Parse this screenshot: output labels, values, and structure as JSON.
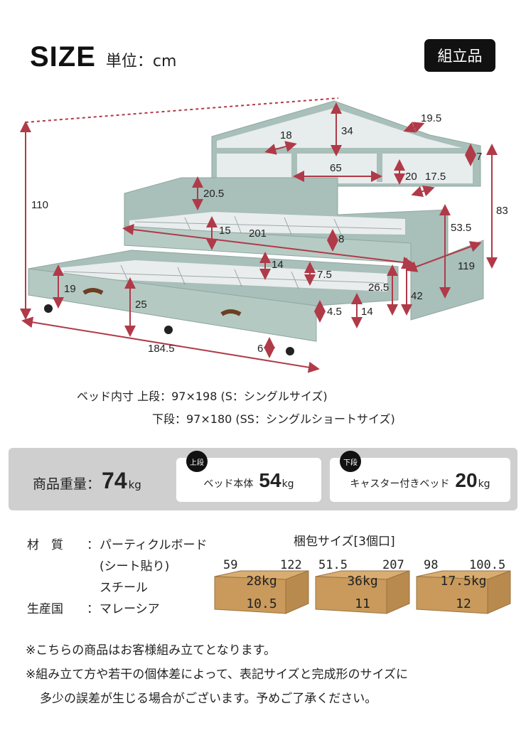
{
  "header": {
    "title": "SIZE",
    "unit": "単位：cm",
    "badge": "組立品"
  },
  "dimensions": {
    "total_height": "110",
    "roof_slope": "19.5",
    "shelf_top_height": "34",
    "shelf_width": "18",
    "shelf_side": "7",
    "shelf_length": "65",
    "shelf_height": "20",
    "shelf_depth": "17.5",
    "headboard": "20.5",
    "back_height": "83",
    "guard_height": "15",
    "length": "201",
    "side_rail": "53.5",
    "gap": "8",
    "trundle_edge": "14",
    "trundle_gap": "7.5",
    "trundle_side": "19",
    "trundle_height": "25",
    "trundle_inner": "26.5",
    "under_height": "42",
    "width": "119",
    "caster_gap": "4.5",
    "trundle_wall": "14",
    "caster": "6",
    "trundle_length": "184.5"
  },
  "specs": {
    "label": "ベッド内寸",
    "upper": "上段：97×198 (S：シングルサイズ)",
    "lower": "下段：97×180 (SS：シングルショートサイズ)"
  },
  "weight": {
    "label": "商品重量：",
    "value": "74",
    "unit": "kg",
    "items": [
      {
        "tag": "上段",
        "label": "ベッド本体",
        "value": "54",
        "unit": "kg"
      },
      {
        "tag": "下段",
        "label": "キャスター付きベッド",
        "value": "20",
        "unit": "kg"
      }
    ]
  },
  "materials": {
    "material_key": "材　質",
    "material_values": [
      "パーティクルボード",
      "(シート貼り)",
      "スチール"
    ],
    "origin_key": "生産国",
    "origin_value": "マレーシア"
  },
  "packing": {
    "title": "梱包サイズ[3個口]",
    "boxes": [
      {
        "depth": "59",
        "width": "122",
        "weight": "28kg",
        "height": "10.5"
      },
      {
        "depth": "51.5",
        "width": "207",
        "weight": "36kg",
        "height": "11"
      },
      {
        "depth": "98",
        "width": "100.5",
        "weight": "17.5kg",
        "height": "12"
      }
    ]
  },
  "notes": [
    "※こちらの商品はお客様組み立てとなります。",
    "※組み立て方や若干の個体差によって、表記サイズと完成形のサイズに",
    "多少の誤差が生じる場合がございます。予めご了承ください。"
  ],
  "colors": {
    "bed": "#a9bfb9",
    "bed_dark": "#8fa8a1",
    "dimension": "#b03a48",
    "box": "#c99a5c"
  }
}
